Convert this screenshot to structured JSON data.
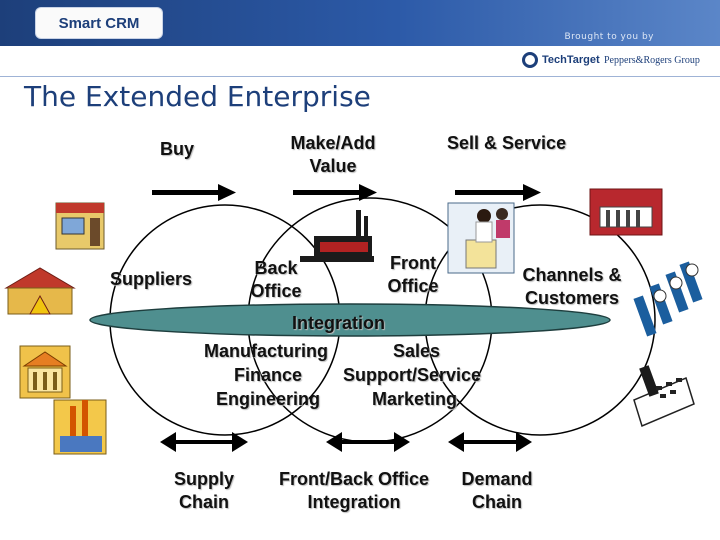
{
  "header": {
    "brand": "Smart CRM",
    "brought_to_you_by": "Brought to you by",
    "sponsor1": "TechTarget",
    "sponsor2": "Peppers&Rogers Group"
  },
  "title": "The Extended Enterprise",
  "phases": {
    "buy": "Buy",
    "make": [
      "Make/Add",
      "Value"
    ],
    "sell": "Sell & Service"
  },
  "parties": {
    "suppliers": "Suppliers",
    "back_office": [
      "Back",
      "Office"
    ],
    "front_office": [
      "Front",
      "Office"
    ],
    "channels": [
      "Channels &",
      "Customers"
    ]
  },
  "integration": {
    "title": "Integration",
    "functions": [
      [
        "Manufacturing",
        "Sales"
      ],
      [
        "Finance",
        "Support/Service"
      ],
      [
        "Engineering",
        "Marketing"
      ]
    ]
  },
  "chains": {
    "supply": [
      "Supply",
      "Chain"
    ],
    "office": [
      "Front/Back Office",
      "Integration"
    ],
    "demand": [
      "Demand",
      "Chain"
    ]
  },
  "colors": {
    "header": "#1d3f7a",
    "ellipse": "#4a8a8a",
    "title": "#1d3f7a",
    "arrow": "#000000"
  },
  "icons": [
    "store-icon",
    "warehouse-icon",
    "bank-icon",
    "factory-icon",
    "manufacturing-plant-icon",
    "office-workers-icon",
    "retail-building-icon",
    "customers-icon",
    "telephone-icon"
  ]
}
